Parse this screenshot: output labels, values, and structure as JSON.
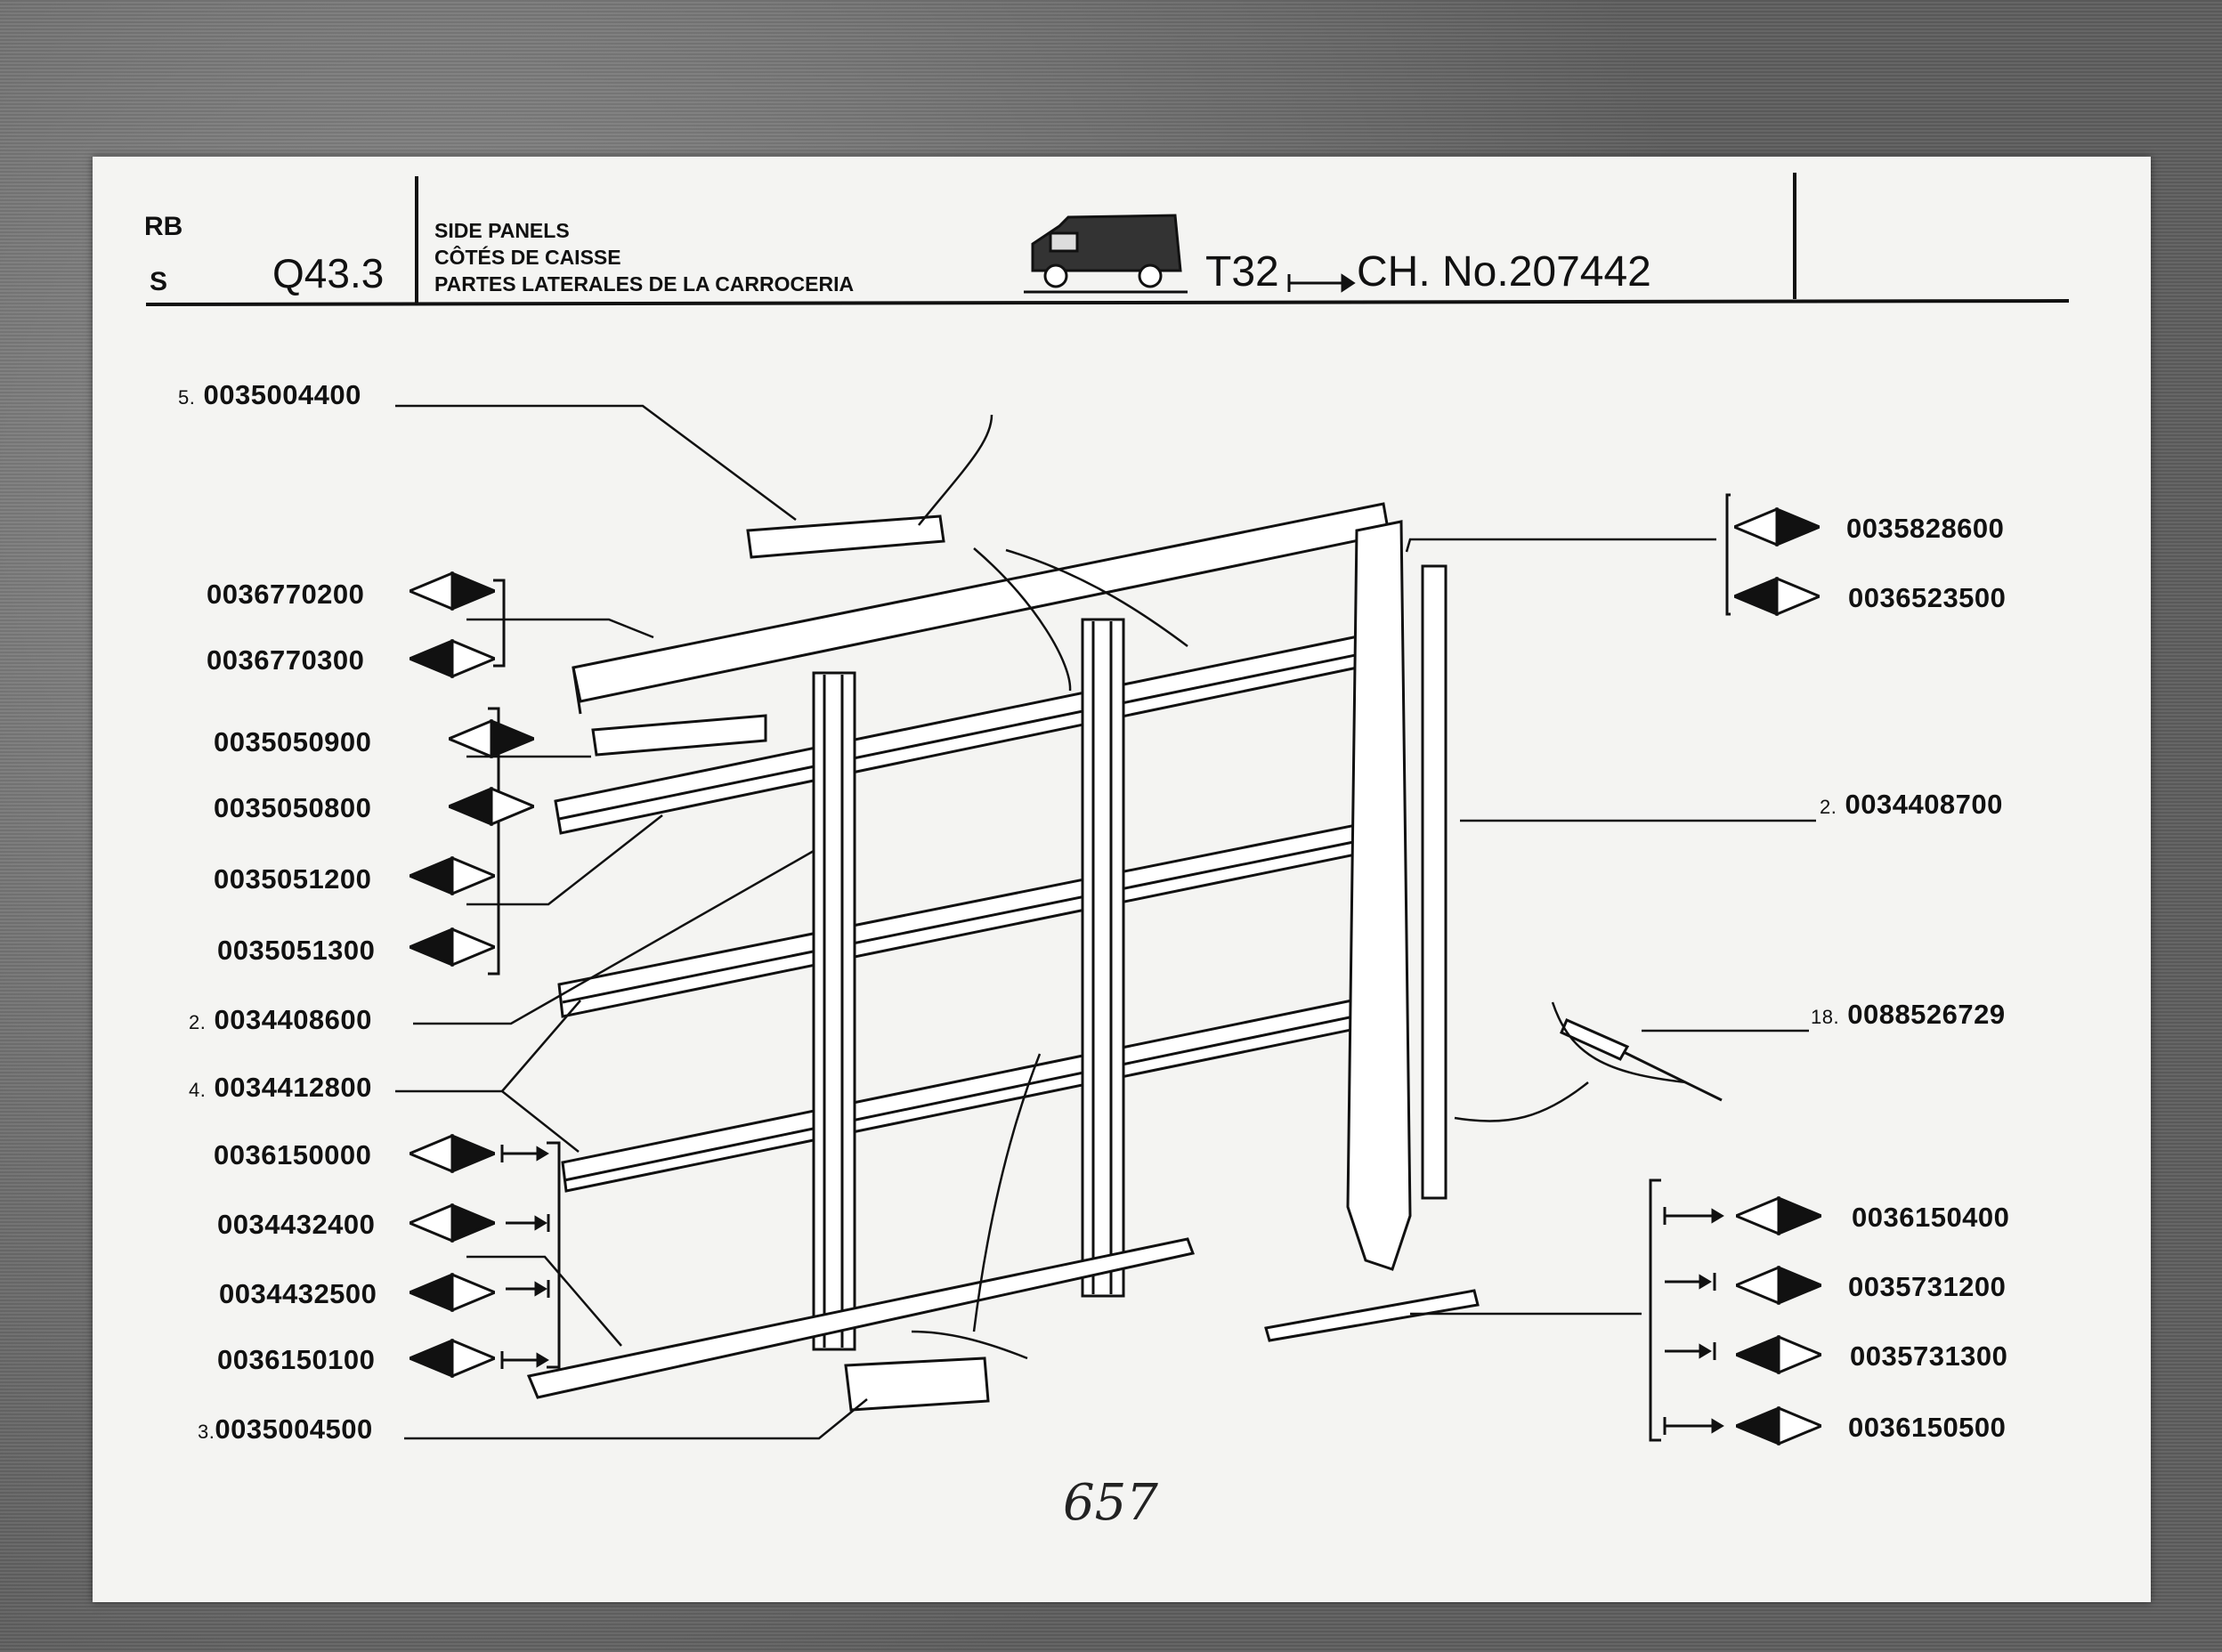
{
  "header": {
    "code_top": "RB",
    "code_bottom": "S",
    "reference": "Q43.3",
    "titles": [
      "SIDE PANELS",
      "CÔTÉS DE CAISSE",
      "PARTES LATERALES DE LA CARROCERIA"
    ],
    "model": "T32",
    "chassis": "CH. No.207442"
  },
  "parts_left": [
    {
      "index": "5.",
      "number": "0035004400"
    },
    {
      "index": "",
      "number": "0036770200"
    },
    {
      "index": "",
      "number": "0036770300"
    },
    {
      "index": "",
      "number": "0035050900"
    },
    {
      "index": "",
      "number": "0035050800"
    },
    {
      "index": "",
      "number": "0035051200"
    },
    {
      "index": "",
      "number": "0035051300"
    },
    {
      "index": "2.",
      "number": "0034408600"
    },
    {
      "index": "4.",
      "number": "0034412800"
    },
    {
      "index": "",
      "number": "0036150000"
    },
    {
      "index": "",
      "number": "0034432400"
    },
    {
      "index": "",
      "number": "0034432500"
    },
    {
      "index": "",
      "number": "0036150100"
    },
    {
      "index": "3.",
      "number": "0035004500"
    }
  ],
  "parts_right": [
    {
      "index": "",
      "number": "0035828600"
    },
    {
      "index": "",
      "number": "0036523500"
    },
    {
      "index": "2.",
      "number": "0034408700"
    },
    {
      "index": "18.",
      "number": "0088526729"
    },
    {
      "index": "",
      "number": "0036150400"
    },
    {
      "index": "",
      "number": "0035731200"
    },
    {
      "index": "",
      "number": "0035731300"
    },
    {
      "index": "",
      "number": "0036150500"
    }
  ],
  "page_number": "657",
  "icons": [
    "van-icon",
    "range-arrow-icon",
    "left-right-triangle-marker-icon",
    "range-start-arrow-icon",
    "range-end-arrow-icon"
  ]
}
